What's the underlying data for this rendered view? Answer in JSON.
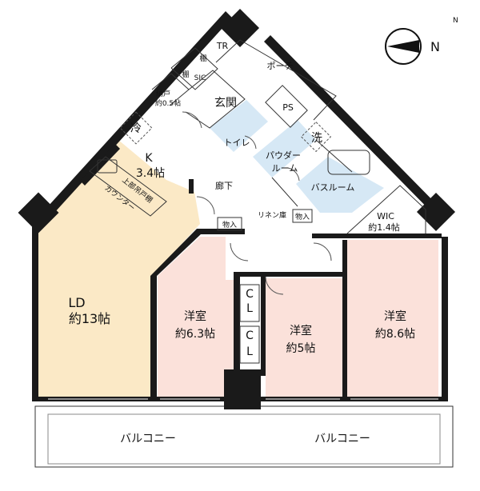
{
  "compass": {
    "north_label": "N"
  },
  "rooms": {
    "ld": {
      "name": "LD",
      "size": "約13帖"
    },
    "kitchen": {
      "name": "K",
      "size": "3.4帖"
    },
    "western1": {
      "name": "洋室",
      "size": "約6.3帖"
    },
    "western2": {
      "name": "洋室",
      "size": "約5帖"
    },
    "western3": {
      "name": "洋室",
      "size": "約8.6帖"
    },
    "entrance": {
      "name": "玄関"
    },
    "porch": {
      "name": "ポーチ"
    },
    "toilet": {
      "name": "トイレ"
    },
    "powder": {
      "name": "パウダー",
      "name2": "ルーム"
    },
    "bath": {
      "name": "バスルーム"
    },
    "corridor": {
      "name": "廊下"
    },
    "wic": {
      "name": "WIC",
      "size": "約1.4帖"
    },
    "storage": {
      "name": "納戸",
      "size": "約0.5帖"
    },
    "sic": {
      "name": "SIC"
    },
    "balcony1": {
      "name": "バルコニー"
    },
    "balcony2": {
      "name": "バルコニー"
    }
  },
  "fixtures": {
    "tr": "TR",
    "ps": "PS",
    "fridge": "冷",
    "washer": "洗",
    "shelf1": "棚",
    "shelf2": "棚",
    "storage_a": "物入",
    "storage_b": "物入",
    "linen": "リネン庫",
    "counter": "カウンター",
    "upper_cabinet": "上部吊戸棚",
    "cl1": [
      "C",
      "L"
    ],
    "cl2": [
      "C",
      "L"
    ]
  },
  "colors": {
    "ld_fill": "#fbe9c6",
    "bedroom_fill": "#fbe1da",
    "wet_fill": "#d6e8f5",
    "wall": "#1a1a1a"
  }
}
